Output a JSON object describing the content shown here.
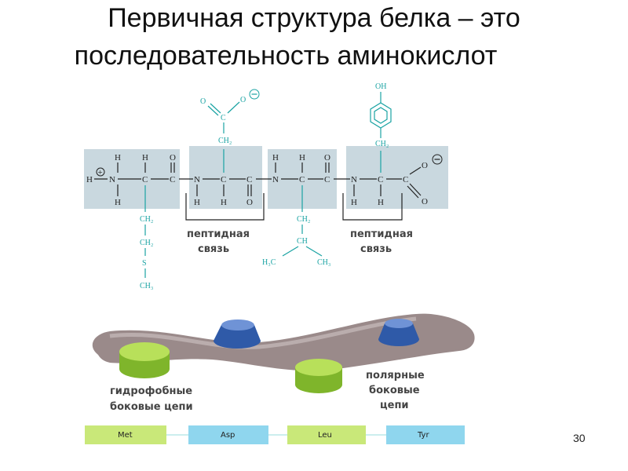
{
  "title": {
    "line1": "Первичная структура белка – это",
    "line2": "последовательность аминокислот"
  },
  "structure": {
    "peptide_bond_1": [
      "пептидная",
      "связь"
    ],
    "peptide_bond_2": [
      "пептидная",
      "связь"
    ],
    "oh": "OH",
    "ch2": "CH₂",
    "ch": "CH",
    "s": "S",
    "ch3": "CH₃",
    "h3c": "H₃C"
  },
  "model": {
    "hydrophobic": [
      "гидрофобные",
      "боковые цепи"
    ],
    "polar": [
      "полярные",
      "боковые",
      "цепи"
    ]
  },
  "sequence": [
    {
      "label": "Met",
      "color": "#c9e879"
    },
    {
      "label": "Asp",
      "color": "#8fd6ee"
    },
    {
      "label": "Leu",
      "color": "#c9e879"
    },
    {
      "label": "Tyr",
      "color": "#8fd6ee"
    }
  ],
  "colors": {
    "shade": "#c9d8df",
    "sidechain": "#1aa3a3",
    "tube": "#9a8a8a",
    "hydrophobic_disk": "#9ccf3a",
    "polar_disk": "#2f5aa8"
  },
  "page_number": "30"
}
